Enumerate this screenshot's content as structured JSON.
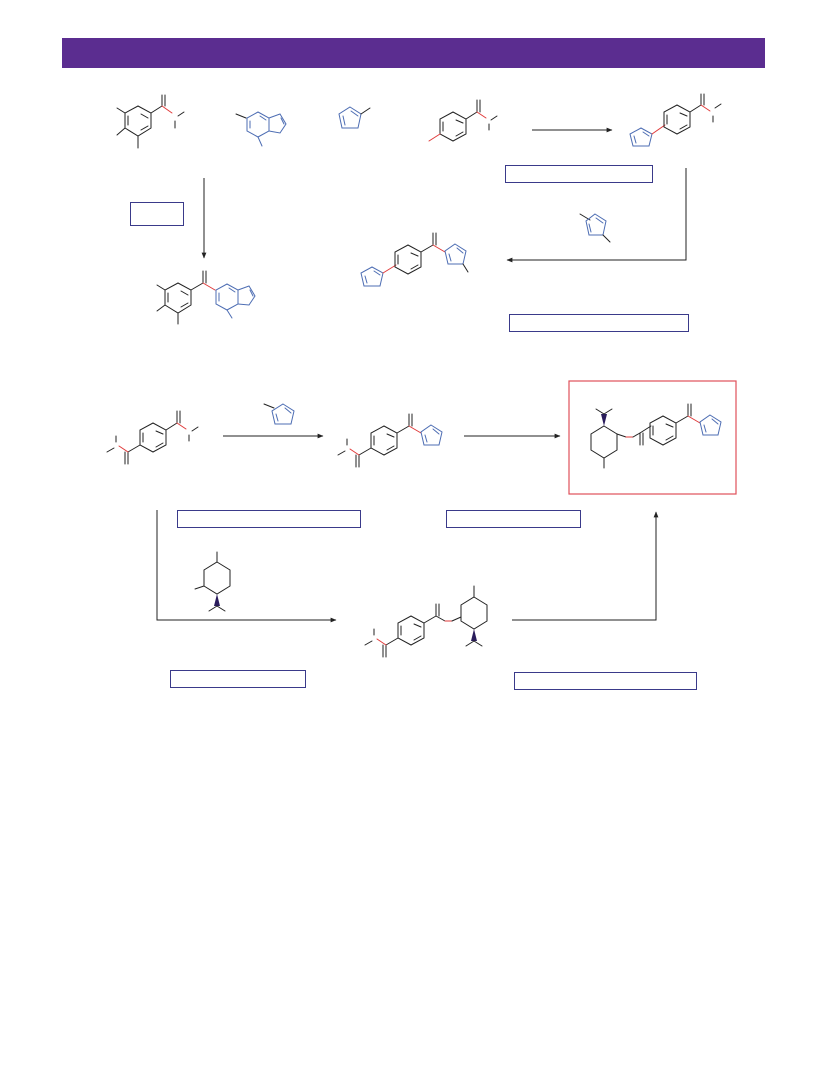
{
  "colors": {
    "header": "#5b2d90",
    "label_box_border": "#3a3a8a",
    "highlight_border": "#e0505a",
    "ring_blue": "#4d6db3",
    "bond_red": "#e03a3a",
    "bond_black": "#222222"
  },
  "label_boxes": [
    {
      "id": "box-conditions-step1",
      "text": ""
    },
    {
      "id": "box-conditions-reagent-left",
      "text": ""
    },
    {
      "id": "box-conditions-step2",
      "text": ""
    },
    {
      "id": "box-conditions-step3",
      "text": ""
    },
    {
      "id": "box-conditions-step4",
      "text": ""
    },
    {
      "id": "box-conditions-step5",
      "text": ""
    },
    {
      "id": "box-conditions-step6",
      "text": ""
    }
  ]
}
